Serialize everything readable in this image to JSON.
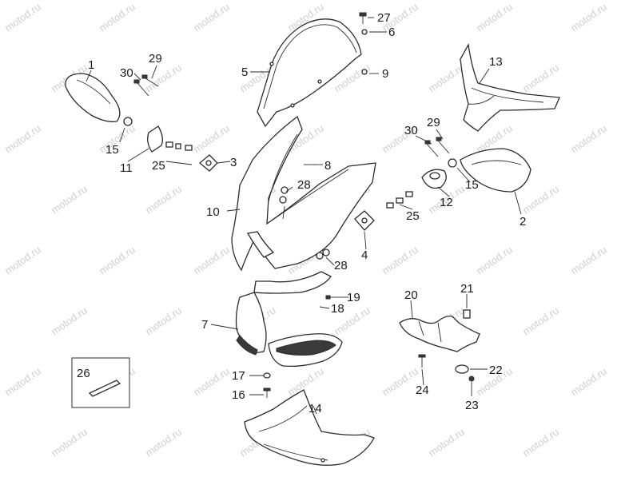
{
  "diagram": {
    "watermark": "motod.ru",
    "callouts": {
      "p1": "1",
      "p2": "2",
      "p3": "3",
      "p4": "4",
      "p5": "5",
      "p6": "6",
      "p7": "7",
      "p8": "8",
      "p9": "9",
      "p10": "10",
      "p11": "11",
      "p12": "12",
      "p13": "13",
      "p14": "14",
      "p15a": "15",
      "p15b": "15",
      "p16": "16",
      "p17": "17",
      "p18": "18",
      "p19": "19",
      "p20": "20",
      "p21": "21",
      "p22": "22",
      "p23": "23",
      "p24": "24",
      "p25a": "25",
      "p25b": "25",
      "p26": "26",
      "p27": "27",
      "p28a": "28",
      "p28b": "28",
      "p29a": "29",
      "p29b": "29",
      "p30a": "30",
      "p30b": "30"
    }
  }
}
